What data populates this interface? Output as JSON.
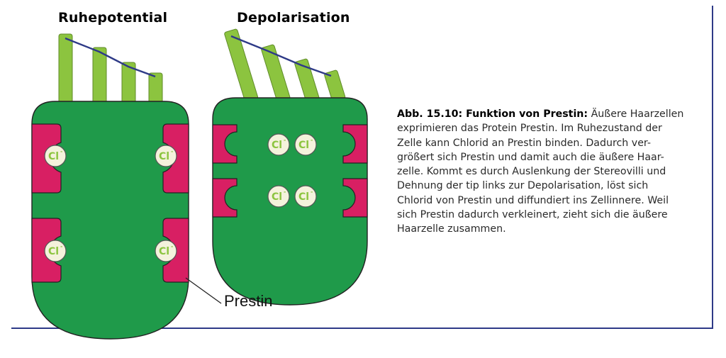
{
  "diagram": {
    "title_left": "Ruhepotential",
    "title_right": "Depolarisation",
    "ion_label": "Cl",
    "ion_charge": "-",
    "prestin_label": "Prestin",
    "colors": {
      "cell_body": "#1f9a4a",
      "stereocilia": "#8cc43f",
      "prestin": "#d81f63",
      "tip_link": "#2e3a87",
      "ion_fill": "#f4f2dc",
      "frame": "#2e3a87"
    }
  },
  "caption": {
    "bold": "Abb. 15.10: Funktion von Prestin:",
    "lines": [
      " Äußere Haarzellen",
      "exprimieren das Protein Prestin. Im Ruhezustand der",
      "Zelle kann Chlorid an Prestin binden. Dadurch ver-",
      "größert sich Prestin und damit auch die äußere Haar-",
      "zelle. Kommt es durch Auslenkung der Stereovilli und",
      "Dehnung der tip links zur Depolarisation, löst sich",
      "Chlorid von Prestin und diffundiert ins Zellinnere. Weil",
      "sich Prestin dadurch verkleinert, zieht sich die äußere",
      "Haarzelle zusammen."
    ]
  }
}
